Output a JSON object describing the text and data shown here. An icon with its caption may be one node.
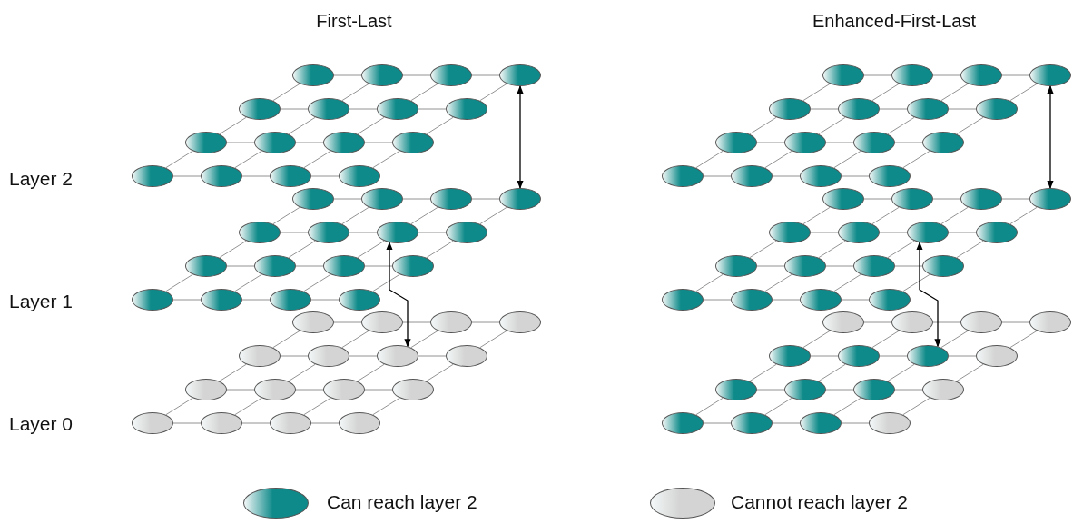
{
  "diagram": {
    "nodes": [
      {
        "text": [],
        "shape": "ellipse"
      },
      {
        "text": [],
        "shape": "ellipse"
      },
      {
        "text": [],
        "shape": "ellipse"
      },
      {
        "text": [],
        "shape": "ellipse"
      },
      {
        "text": [],
        "shape": "ellipse"
      },
      {
        "text": [],
        "shape": "ellipse"
      },
      {
        "text": [],
        "shape": "ellipse"
      },
      {
        "text": [],
        "shape": "ellipse"
      },
      {
        "text": [],
        "shape": "ellipse"
      },
      {
        "text": [],
        "shape": "ellipse"
      },
      {
        "text": [],
        "shape": "ellipse"
      },
      {
        "text": [],
        "shape": "ellipse"
      },
      {
        "text": [],
        "shape": "ellipse"
      },
      {
        "text": [],
        "shape": "ellipse"
      },
      {
        "text": [],
        "shape": "ellipse"
      },
      {
        "text": [],
        "shape": "ellipse"
      },
      {
        "text": [],
        "shape": "ellipse"
      },
      {
        "text": [],
        "shape": "ellipse"
      },
      {
        "text": [],
        "shape": "ellipse"
      },
      {
        "text": [],
        "shape": "ellipse"
      },
      {
        "text": [],
        "shape": "ellipse"
      },
      {
        "text": [],
        "shape": "ellipse"
      },
      {
        "text": [],
        "shape": "ellipse"
      },
      {
        "text": [],
        "shape": "ellipse"
      },
      {
        "text": [],
        "shape": "ellipse"
      },
      {
        "text": [],
        "shape": "ellipse"
      },
      {
        "text": [],
        "shape": "ellipse"
      },
      {
        "text": [],
        "shape": "ellipse"
      },
      {
        "text": [],
        "shape": "ellipse"
      },
      {
        "text": [],
        "shape": "ellipse"
      },
      {
        "text": [],
        "shape": "ellipse"
      },
      {
        "text": [],
        "shape": "ellipse"
      },
      {
        "text": [],
        "shape": "ellipse"
      },
      {
        "text": [],
        "shape": "ellipse"
      },
      {
        "text": [],
        "shape": "ellipse"
      },
      {
        "text": [],
        "shape": "ellipse"
      },
      {
        "text": [],
        "shape": "ellipse"
      },
      {
        "text": [],
        "shape": "ellipse"
      },
      {
        "text": [],
        "shape": "ellipse"
      },
      {
        "text": [],
        "shape": "ellipse"
      },
      {
        "text": [],
        "shape": "ellipse"
      },
      {
        "text": [],
        "shape": "ellipse"
      },
      {
        "text": [],
        "shape": "ellipse"
      },
      {
        "text": [],
        "shape": "ellipse"
      },
      {
        "text": [],
        "shape": "ellipse"
      },
      {
        "text": [],
        "shape": "ellipse"
      },
      {
        "text": [],
        "shape": "ellipse"
      },
      {
        "text": [],
        "shape": "ellipse"
      },
      {
        "text": [],
        "shape": "ellipse"
      },
      {
        "text": [],
        "shape": "ellipse"
      },
      {
        "text": [],
        "shape": "ellipse"
      },
      {
        "text": [],
        "shape": "ellipse"
      },
      {
        "text": [],
        "shape": "ellipse"
      },
      {
        "text": [],
        "shape": "ellipse"
      },
      {
        "text": [],
        "shape": "ellipse"
      },
      {
        "text": [],
        "shape": "ellipse"
      },
      {
        "text": [],
        "shape": "ellipse"
      },
      {
        "text": [],
        "shape": "ellipse"
      },
      {
        "text": [],
        "shape": "ellipse"
      },
      {
        "text": [],
        "shape": "ellipse"
      },
      {
        "text": [],
        "shape": "ellipse"
      },
      {
        "text": [],
        "shape": "ellipse"
      },
      {
        "text": [],
        "shape": "ellipse"
      },
      {
        "text": [],
        "shape": "ellipse"
      },
      {
        "text": [],
        "shape": "ellipse"
      },
      {
        "text": [],
        "shape": "ellipse"
      },
      {
        "text": [],
        "shape": "ellipse"
      },
      {
        "text": [],
        "shape": "ellipse"
      },
      {
        "text": [],
        "shape": "ellipse"
      },
      {
        "text": [],
        "shape": "ellipse"
      },
      {
        "text": [],
        "shape": "ellipse"
      },
      {
        "text": [],
        "shape": "ellipse"
      },
      {
        "text": [],
        "shape": "ellipse"
      },
      {
        "text": [],
        "shape": "ellipse"
      },
      {
        "text": [],
        "shape": "ellipse"
      },
      {
        "text": [],
        "shape": "ellipse"
      },
      {
        "text": [],
        "shape": "ellipse"
      },
      {
        "text": [],
        "shape": "ellipse"
      },
      {
        "text": [],
        "shape": "ellipse"
      },
      {
        "text": [],
        "shape": "ellipse"
      },
      {
        "text": [],
        "shape": "ellipse"
      },
      {
        "text": [],
        "shape": "ellipse"
      },
      {
        "text": [],
        "shape": "ellipse"
      },
      {
        "text": [],
        "shape": "ellipse"
      },
      {
        "text": [],
        "shape": "ellipse"
      },
      {
        "text": [],
        "shape": "ellipse"
      },
      {
        "text": [],
        "shape": "ellipse"
      },
      {
        "text": [],
        "shape": "ellipse"
      },
      {
        "text": [],
        "shape": "ellipse"
      },
      {
        "text": [],
        "shape": "ellipse"
      },
      {
        "text": [],
        "shape": "ellipse"
      },
      {
        "text": [],
        "shape": "ellipse"
      },
      {
        "text": [],
        "shape": "ellipse"
      },
      {
        "text": [],
        "shape": "ellipse"
      },
      {
        "text": [],
        "shape": "ellipse"
      },
      {
        "text": [],
        "shape": "ellipse"
      }
    ],
    "edges": [
      {
        "from": 0,
        "to": 1,
        "arrow": "none"
      },
      {
        "from": 1,
        "to": 2,
        "arrow": "none"
      },
      {
        "from": 2,
        "to": 3,
        "arrow": "none"
      },
      {
        "from": 4,
        "to": 5,
        "arrow": "none"
      },
      {
        "from": 5,
        "to": 6,
        "arrow": "none"
      },
      {
        "from": 6,
        "to": 7,
        "arrow": "none"
      },
      {
        "from": 8,
        "to": 9,
        "arrow": "none"
      },
      {
        "from": 9,
        "to": 10,
        "arrow": "none"
      },
      {
        "from": 10,
        "to": 11,
        "arrow": "none"
      },
      {
        "from": 12,
        "to": 13,
        "arrow": "none"
      },
      {
        "from": 13,
        "to": 14,
        "arrow": "none"
      },
      {
        "from": 14,
        "to": 15,
        "arrow": "none"
      },
      {
        "from": 0,
        "to": 4,
        "arrow": "none"
      },
      {
        "from": 1,
        "to": 5,
        "arrow": "none"
      },
      {
        "from": 2,
        "to": 6,
        "arrow": "none"
      },
      {
        "from": 3,
        "to": 7,
        "arrow": "none"
      },
      {
        "from": 4,
        "to": 8,
        "arrow": "none"
      },
      {
        "from": 5,
        "to": 9,
        "arrow": "none"
      },
      {
        "from": 6,
        "to": 10,
        "arrow": "none"
      },
      {
        "from": 7,
        "to": 11,
        "arrow": "none"
      },
      {
        "from": 8,
        "to": 12,
        "arrow": "none"
      },
      {
        "from": 9,
        "to": 13,
        "arrow": "none"
      },
      {
        "from": 10,
        "to": 14,
        "arrow": "none"
      },
      {
        "from": 11,
        "to": 15,
        "arrow": "none"
      },
      {
        "from": 16,
        "to": 17,
        "arrow": "none"
      },
      {
        "from": 17,
        "to": 18,
        "arrow": "none"
      },
      {
        "from": 18,
        "to": 19,
        "arrow": "none"
      },
      {
        "from": 20,
        "to": 21,
        "arrow": "none"
      },
      {
        "from": 21,
        "to": 22,
        "arrow": "none"
      },
      {
        "from": 22,
        "to": 23,
        "arrow": "none"
      },
      {
        "from": 24,
        "to": 25,
        "arrow": "none"
      },
      {
        "from": 25,
        "to": 26,
        "arrow": "none"
      },
      {
        "from": 26,
        "to": 27,
        "arrow": "none"
      },
      {
        "from": 28,
        "to": 29,
        "arrow": "none"
      },
      {
        "from": 29,
        "to": 30,
        "arrow": "none"
      },
      {
        "from": 30,
        "to": 31,
        "arrow": "none"
      },
      {
        "from": 16,
        "to": 20,
        "arrow": "none"
      },
      {
        "from": 17,
        "to": 21,
        "arrow": "none"
      },
      {
        "from": 18,
        "to": 22,
        "arrow": "none"
      },
      {
        "from": 19,
        "to": 23,
        "arrow": "none"
      },
      {
        "from": 20,
        "to": 24,
        "arrow": "none"
      },
      {
        "from": 21,
        "to": 25,
        "arrow": "none"
      },
      {
        "from": 22,
        "to": 26,
        "arrow": "none"
      },
      {
        "from": 23,
        "to": 27,
        "arrow": "none"
      },
      {
        "from": 24,
        "to": 28,
        "arrow": "none"
      },
      {
        "from": 25,
        "to": 29,
        "arrow": "none"
      },
      {
        "from": 26,
        "to": 30,
        "arrow": "none"
      },
      {
        "from": 27,
        "to": 31,
        "arrow": "none"
      },
      {
        "from": 32,
        "to": 33,
        "arrow": "none"
      },
      {
        "from": 33,
        "to": 34,
        "arrow": "none"
      },
      {
        "from": 34,
        "to": 35,
        "arrow": "none"
      },
      {
        "from": 36,
        "to": 37,
        "arrow": "none"
      },
      {
        "from": 37,
        "to": 38,
        "arrow": "none"
      },
      {
        "from": 38,
        "to": 39,
        "arrow": "none"
      },
      {
        "from": 40,
        "to": 41,
        "arrow": "none"
      },
      {
        "from": 41,
        "to": 42,
        "arrow": "none"
      },
      {
        "from": 42,
        "to": 43,
        "arrow": "none"
      },
      {
        "from": 44,
        "to": 45,
        "arrow": "none"
      },
      {
        "from": 45,
        "to": 46,
        "arrow": "none"
      },
      {
        "from": 46,
        "to": 47,
        "arrow": "none"
      },
      {
        "from": 32,
        "to": 36,
        "arrow": "none"
      },
      {
        "from": 33,
        "to": 37,
        "arrow": "none"
      },
      {
        "from": 34,
        "to": 38,
        "arrow": "none"
      },
      {
        "from": 35,
        "to": 39,
        "arrow": "none"
      },
      {
        "from": 36,
        "to": 40,
        "arrow": "none"
      },
      {
        "from": 37,
        "to": 41,
        "arrow": "none"
      },
      {
        "from": 38,
        "to": 42,
        "arrow": "none"
      },
      {
        "from": 39,
        "to": 43,
        "arrow": "none"
      },
      {
        "from": 40,
        "to": 44,
        "arrow": "none"
      },
      {
        "from": 41,
        "to": 45,
        "arrow": "none"
      },
      {
        "from": 42,
        "to": 46,
        "arrow": "none"
      },
      {
        "from": 43,
        "to": 47,
        "arrow": "none"
      },
      {
        "from": 48,
        "to": 49,
        "arrow": "none"
      },
      {
        "from": 49,
        "to": 50,
        "arrow": "none"
      },
      {
        "from": 50,
        "to": 51,
        "arrow": "none"
      },
      {
        "from": 52,
        "to": 53,
        "arrow": "none"
      },
      {
        "from": 53,
        "to": 54,
        "arrow": "none"
      },
      {
        "from": 54,
        "to": 55,
        "arrow": "none"
      },
      {
        "from": 56,
        "to": 57,
        "arrow": "none"
      },
      {
        "from": 57,
        "to": 58,
        "arrow": "none"
      },
      {
        "from": 58,
        "to": 59,
        "arrow": "none"
      },
      {
        "from": 60,
        "to": 61,
        "arrow": "none"
      },
      {
        "from": 61,
        "to": 62,
        "arrow": "none"
      },
      {
        "from": 62,
        "to": 63,
        "arrow": "none"
      },
      {
        "from": 48,
        "to": 52,
        "arrow": "none"
      },
      {
        "from": 49,
        "to": 53,
        "arrow": "none"
      },
      {
        "from": 50,
        "to": 54,
        "arrow": "none"
      },
      {
        "from": 51,
        "to": 55,
        "arrow": "none"
      },
      {
        "from": 52,
        "to": 56,
        "arrow": "none"
      },
      {
        "from": 53,
        "to": 57,
        "arrow": "none"
      },
      {
        "from": 54,
        "to": 58,
        "arrow": "none"
      },
      {
        "from": 55,
        "to": 59,
        "arrow": "none"
      },
      {
        "from": 56,
        "to": 60,
        "arrow": "none"
      },
      {
        "from": 57,
        "to": 61,
        "arrow": "none"
      },
      {
        "from": 58,
        "to": 62,
        "arrow": "none"
      },
      {
        "from": 59,
        "to": 63,
        "arrow": "none"
      },
      {
        "from": 64,
        "to": 65,
        "arrow": "none"
      },
      {
        "from": 65,
        "to": 66,
        "arrow": "none"
      },
      {
        "from": 66,
        "to": 67,
        "arrow": "none"
      },
      {
        "from": 68,
        "to": 69,
        "arrow": "none"
      },
      {
        "from": 69,
        "to": 70,
        "arrow": "none"
      },
      {
        "from": 70,
        "to": 71,
        "arrow": "none"
      },
      {
        "from": 72,
        "to": 73,
        "arrow": "none"
      },
      {
        "from": 73,
        "to": 74,
        "arrow": "none"
      },
      {
        "from": 74,
        "to": 75,
        "arrow": "none"
      },
      {
        "from": 76,
        "to": 77,
        "arrow": "none"
      },
      {
        "from": 77,
        "to": 78,
        "arrow": "none"
      },
      {
        "from": 78,
        "to": 79,
        "arrow": "none"
      },
      {
        "from": 64,
        "to": 68,
        "arrow": "none"
      },
      {
        "from": 65,
        "to": 69,
        "arrow": "none"
      },
      {
        "from": 66,
        "to": 70,
        "arrow": "none"
      },
      {
        "from": 67,
        "to": 71,
        "arrow": "none"
      },
      {
        "from": 68,
        "to": 72,
        "arrow": "none"
      },
      {
        "from": 69,
        "to": 73,
        "arrow": "none"
      },
      {
        "from": 70,
        "to": 74,
        "arrow": "none"
      },
      {
        "from": 71,
        "to": 75,
        "arrow": "none"
      },
      {
        "from": 72,
        "to": 76,
        "arrow": "none"
      },
      {
        "from": 73,
        "to": 77,
        "arrow": "none"
      },
      {
        "from": 74,
        "to": 78,
        "arrow": "none"
      },
      {
        "from": 75,
        "to": 79,
        "arrow": "none"
      },
      {
        "from": 80,
        "to": 81,
        "arrow": "none"
      },
      {
        "from": 81,
        "to": 82,
        "arrow": "none"
      },
      {
        "from": 82,
        "to": 83,
        "arrow": "none"
      },
      {
        "from": 84,
        "to": 85,
        "arrow": "none"
      },
      {
        "from": 85,
        "to": 86,
        "arrow": "none"
      },
      {
        "from": 86,
        "to": 87,
        "arrow": "none"
      },
      {
        "from": 88,
        "to": 89,
        "arrow": "none"
      },
      {
        "from": 89,
        "to": 90,
        "arrow": "none"
      },
      {
        "from": 90,
        "to": 91,
        "arrow": "none"
      },
      {
        "from": 92,
        "to": 93,
        "arrow": "none"
      },
      {
        "from": 93,
        "to": 94,
        "arrow": "none"
      },
      {
        "from": 94,
        "to": 95,
        "arrow": "none"
      },
      {
        "from": 80,
        "to": 84,
        "arrow": "none"
      },
      {
        "from": 81,
        "to": 85,
        "arrow": "none"
      },
      {
        "from": 82,
        "to": 86,
        "arrow": "none"
      },
      {
        "from": 83,
        "to": 87,
        "arrow": "none"
      },
      {
        "from": 84,
        "to": 88,
        "arrow": "none"
      },
      {
        "from": 85,
        "to": 89,
        "arrow": "none"
      },
      {
        "from": 86,
        "to": 90,
        "arrow": "none"
      },
      {
        "from": 87,
        "to": 91,
        "arrow": "none"
      },
      {
        "from": 88,
        "to": 92,
        "arrow": "none"
      },
      {
        "from": 89,
        "to": 93,
        "arrow": "none"
      },
      {
        "from": 90,
        "to": 94,
        "arrow": "none"
      },
      {
        "from": 91,
        "to": 95,
        "arrow": "none"
      },
      {
        "from": 3,
        "to": 19,
        "arrow": "both",
        "color": "#000000"
      },
      {
        "from": 22,
        "to": 38,
        "arrow": "both",
        "color": "#000000"
      },
      {
        "from": 51,
        "to": 67,
        "arrow": "both",
        "color": "#000000"
      },
      {
        "from": 70,
        "to": 86,
        "arrow": "both",
        "color": "#000000"
      }
    ],
    "labels": [
      "First-Last",
      "Enhanced-First-Last",
      "Layer 2",
      "Layer 1",
      "Layer 0"
    ],
    "legend": [
      {
        "text": "Can reach layer 2",
        "color": "#0f8a8a"
      },
      {
        "text": "Cannot reach layer 2",
        "color": "#d4d4d4"
      }
    ]
  }
}
